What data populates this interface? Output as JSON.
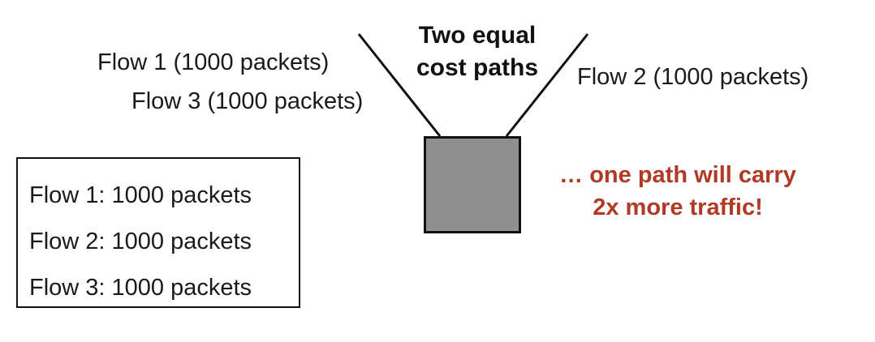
{
  "diagram": {
    "title_line1": "Two equal",
    "title_line2": "cost paths",
    "path_labels": {
      "flow1": "Flow 1 (1000 packets)",
      "flow3": "Flow 3 (1000 packets)",
      "flow2": "Flow 2 (1000 packets)"
    },
    "callout_line1": "… one path will carry",
    "callout_line2": "2x more traffic!",
    "callout_color": "#b03a26",
    "switch_color": "#8f8f8f",
    "legend": [
      "Flow 1: 1000 packets",
      "Flow 2: 1000 packets",
      "Flow 3: 1000 packets"
    ]
  }
}
